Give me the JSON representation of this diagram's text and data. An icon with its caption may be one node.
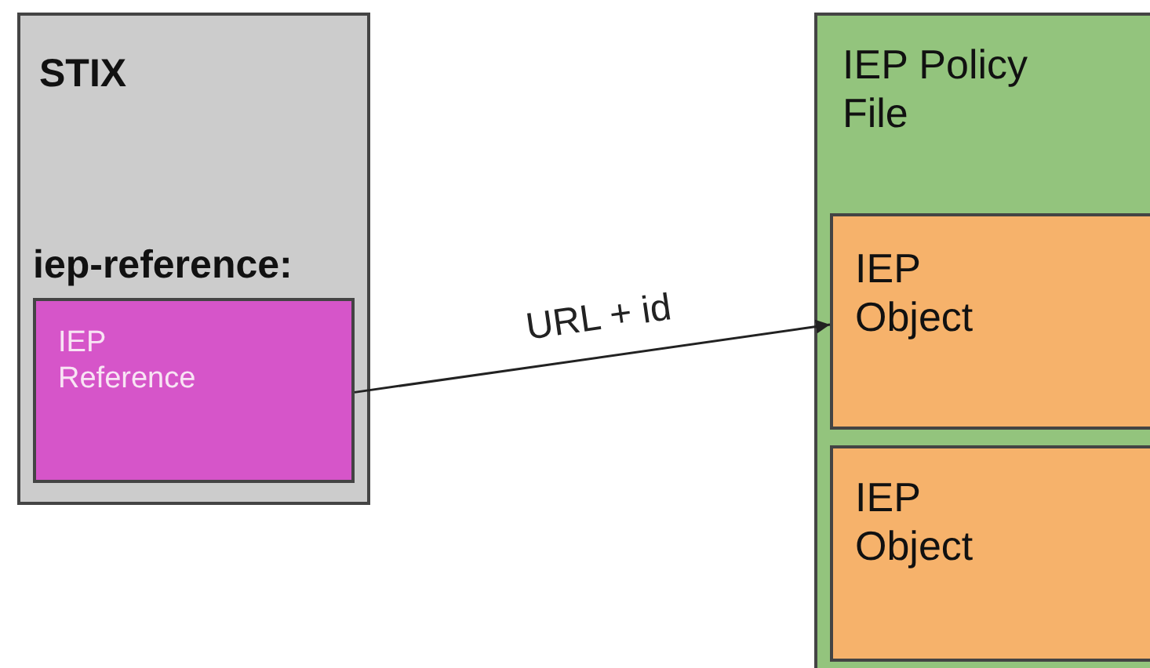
{
  "diagram": {
    "nodes": [
      {
        "text": [
          "STIX",
          "iep-reference:"
        ]
      },
      {
        "text": [
          "IEP Reference"
        ],
        "in": 0
      },
      {
        "text": [
          "IEP Policy File"
        ]
      },
      {
        "text": [
          "IEP Object"
        ],
        "in": 2
      },
      {
        "text": [
          "IEP Object"
        ],
        "in": 2
      }
    ],
    "edges": [
      {
        "from": 1,
        "to": 3,
        "arrow": "to",
        "label": "URL + id"
      }
    ]
  }
}
